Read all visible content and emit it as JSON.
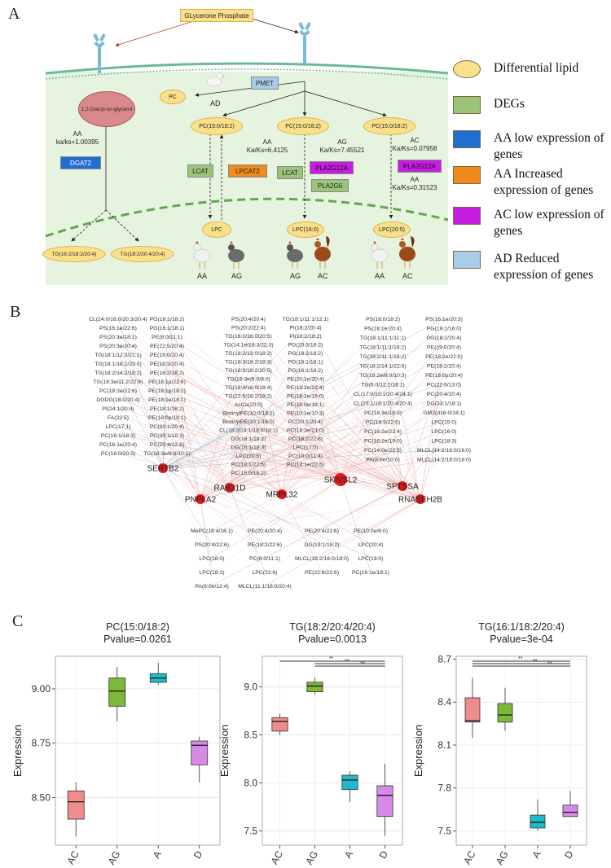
{
  "panels": {
    "a": "A",
    "b": "B",
    "c": "C"
  },
  "pathway": {
    "top_metabolite": "GLycerone Phosphate",
    "dag": "1,2-Diacyl-sn-glycerol",
    "pc": "PC",
    "pmet": "PMET",
    "ad_label": "AD",
    "pc1": "PC(15:0/18:2)",
    "pc2": "PC(15:0/18:2)",
    "pc3": "PC(15:0/18:2)",
    "aa1_text": "AA\nka/ks=1.00395",
    "aa2_text": "AA\nKa/Ks=6.4125",
    "ag_text": "AG\nKa/Ks=7.45521",
    "ac_text": "AC\nKa/Ks=0.07958",
    "ac2_text": "AA\nKa/Ks=0.31523",
    "dgat2": "DGAT2",
    "lcat1": "LCAT",
    "lpcat2": "LPCAT2",
    "lcat2": "LCAT",
    "pla2g12a_1": "PLA2G12A",
    "pla2g6": "PLA2G6",
    "pla2g12a_2": "PLA2G12A",
    "tg1": "TG(16:2/18:2/20:4)",
    "tg2": "TG(18:2/20:4/20:4)",
    "lpc1": "LPC",
    "lpc2": "LPC(16:0)",
    "lpc3": "LPC(20:5)",
    "chick_labels": [
      "AA",
      "AG",
      "AG",
      "AC",
      "AA",
      "AC"
    ],
    "colors": {
      "differential": "#fbe08a",
      "degs": "#9bc47a",
      "aa_low": "#1f6fd1",
      "aa_inc": "#f08a1c",
      "ac_low": "#c61ee0",
      "ad_red": "#a9cce8"
    }
  },
  "legend": [
    {
      "text": "Differential lipid",
      "shape": "ellipse",
      "color": "#fbe08a"
    },
    {
      "text": "DEGs",
      "shape": "rect",
      "color": "#9bc47a"
    },
    {
      "text": "AA low expression of genes",
      "shape": "rect",
      "color": "#1f6fd1"
    },
    {
      "text": "AA Increased expression of genes",
      "shape": "rect",
      "color": "#f08a1c"
    },
    {
      "text": "AC low expression of genes",
      "shape": "rect",
      "color": "#c61ee0"
    },
    {
      "text": "AD Reduced expression of genes",
      "shape": "rect",
      "color": "#a9cce8"
    }
  ],
  "network": {
    "genes": [
      "SERTB2",
      "PNPLA2",
      "RAB31D",
      "MRPL32",
      "SKIVSL2",
      "SPTSSA",
      "RNASEH2B"
    ],
    "lipids_left": [
      "CL(24:0/16:0/20:3/20:4)",
      "PG(18:1/18:2)",
      "PS(16:1e/22:6)",
      "PG(16:1/18:1)",
      "PS(20:3e/18:1)",
      "PE(8:0/11:1)",
      "PS(20:3e/20:4)",
      "PE(22:5/20:4)",
      "TG(18:1/12:3/21:1)",
      "PE(19:0/20:4)",
      "TG(18:1/18:2/23:0)",
      "PE(18:3/20:4)",
      "TG(18:2/14:3/18:2)",
      "PE(18:2/18:2)",
      "TG(18:3e/11:2/22:6)",
      "PE(18:1p/22:6)",
      "PC(18:2e/22:6)",
      "PE(18:1p/18:1)",
      "DGDG(18:0/20:4)",
      "PE(18:1e/18:1)",
      "PI(24:1/20:4)",
      "PE(18:1/18:2)",
      "FA(22:5)",
      "PE(18:0p/18:1)",
      "LPC(17:1)",
      "PC(30:1/20:4)",
      "PC(16:1/18:3)",
      "PC(30:1/18:1)",
      "PC(16:1e/20:4)",
      "PC(20:4/22:6)",
      "PC(18:0/20:3)",
      "TG(18:3e/8:0/10:1)"
    ],
    "lipids_center": [
      "PS(20:4/20:4)",
      "TG(18:1/11:1/12:1)",
      "PS(20:2/22:4)",
      "PI(18:2/20:4)",
      "TG(16:0/16:0/20:5)",
      "PI(18:2/18:2)",
      "TG(14:1e/18:3/22:3)",
      "PG(20:3/18:2)",
      "TG(18:2/13:0/18:2)",
      "PG(18:2/18:2)",
      "TG(18:3/18:2/18:3)",
      "PG(18:1/18:1)",
      "TG(18:3/18:2/20:5)",
      "PG(16:1/18:2)",
      "TG(18:3e/6:0/8:0)",
      "PE(20:1e/20:4)",
      "TG(18:4/16:0/18:4)",
      "PE(18:2e/22:4)",
      "TG(22:5/18:2/18:2)",
      "PE(18:1e/16:0)",
      "AcCa(20:0)",
      "PE(18:0e/18:1)",
      "BiotinylPE(10:0/18:1)",
      "PE(10:1e/10:3)",
      "BiotinylPE(10:1/16:0)",
      "PC(20:1/20:4)",
      "CL(18:2/24:1/18:0/18:1)",
      "PC(18:3e/21:0)",
      "DG(16:1/18:2)",
      "PC(18:2/22:6)",
      "DG(16:1/18:3)",
      "LPC(17:0)",
      "LPC(20:5)",
      "PC(10:0/11:4)",
      "PC(18:1/22:5)",
      "PC(14:1e/22:5)",
      "PC(15:0/18:2)"
    ],
    "lipids_right": [
      "PS(18:0/18:2)",
      "PS(16:1e/20:3)",
      "PS(18:1e/20:4)",
      "PG(19:1/16:0)",
      "TG(18:1/11:1/11:1)",
      "PG(18:2/20:4)",
      "TG(18:1/11:1/18:2)",
      "PE(19:0/20:4)",
      "TG(18:2/11:1/18:2)",
      "PE(18:2e/22:5)",
      "TG(18:2/14:1/22:6)",
      "PE(18:2/20:4)",
      "TG(18:2e/8:0/10:3)",
      "PE(18:0p/20:4)",
      "TG(6:0/12:2/18:1)",
      "PC(22:6/13:0)",
      "CL(17:0/15:1/20:4/24:1)",
      "PC(20:4/20:4)",
      "CL(23:1/18:1/20:4/20:4)",
      "DG(33:1/18:1)",
      "PC(18:3e/18:0)",
      "GM2(d16:0/18:1)",
      "PC(18:3/22:5)",
      "LPC(15:0)",
      "PC(16:2e/22:4)",
      "LPC(16:0)",
      "PC(16:2e/19:0)",
      "LPC(18:3)",
      "PC(14:0e/22:5)",
      "MLCL(14:2/16:0/16:0)",
      "PA(8:0e/10:0)",
      "MLCL(14:2/18:0/18:0)"
    ],
    "lipids_bottom": [
      "MePC(18:4/16:1)",
      "PE(20:4/20:4)",
      "PE(20:4/22:6)",
      "PE(10:0e/6:0)",
      "PS(20:4/22:6)",
      "PE(18:2/22:6)",
      "DG(19:1/18:2)",
      "LPC(20:4)",
      "LPC(18:0)",
      "PC(8:0/11:1)",
      "MLCL(18:2/16:0/18:0)",
      "LPC(19:0)",
      "LPC(18:2)",
      "LPC(22:6)",
      "PE(22:6/22:6)",
      "PC(16:1e/18:1)",
      "PA(8:0e/12:4)",
      "MLCL(11:1/18:0/20:4)"
    ]
  },
  "chart_data": [
    {
      "type": "box",
      "title": "PC(15:0/18:2)",
      "subtitle": "Pvalue=0.0261",
      "ylabel": "Expression",
      "categories": [
        "AC",
        "AG",
        "A",
        "D"
      ],
      "colors": [
        "#f08c8c",
        "#7cb83a",
        "#1ebcc8",
        "#d68ae6"
      ],
      "yticks": [
        8.5,
        8.75,
        9.0
      ],
      "ylim": [
        8.28,
        9.15
      ],
      "boxes": [
        {
          "min": 8.32,
          "q1": 8.4,
          "median": 8.48,
          "q3": 8.53,
          "max": 8.57
        },
        {
          "min": 8.85,
          "q1": 8.92,
          "median": 8.99,
          "q3": 9.05,
          "max": 9.1
        },
        {
          "min": 9.02,
          "q1": 9.03,
          "median": 9.05,
          "q3": 9.07,
          "max": 9.12
        },
        {
          "min": 8.57,
          "q1": 8.65,
          "median": 8.74,
          "q3": 8.76,
          "max": 8.78
        }
      ],
      "sig": []
    },
    {
      "type": "box",
      "title": "TG(18:2/20:4/20:4)",
      "subtitle": "Pvalue=0.0013",
      "ylabel": "Expression",
      "categories": [
        "AC",
        "AG",
        "A",
        "D"
      ],
      "colors": [
        "#f08c8c",
        "#7cb83a",
        "#1ebcc8",
        "#d68ae6"
      ],
      "yticks": [
        7.5,
        8.0,
        8.5,
        9.0
      ],
      "ylim": [
        7.35,
        9.32
      ],
      "boxes": [
        {
          "min": 8.5,
          "q1": 8.54,
          "median": 8.64,
          "q3": 8.68,
          "max": 8.72
        },
        {
          "min": 8.92,
          "q1": 8.95,
          "median": 9.01,
          "q3": 9.05,
          "max": 9.1
        },
        {
          "min": 7.8,
          "q1": 7.93,
          "median": 8.03,
          "q3": 8.08,
          "max": 8.12
        },
        {
          "min": 7.45,
          "q1": 7.65,
          "median": 7.87,
          "q3": 7.97,
          "max": 8.2
        }
      ],
      "sig": [
        "**",
        "**",
        "**"
      ]
    },
    {
      "type": "box",
      "title": "TG(16:1/18:2/20:4)",
      "subtitle": "Pvalue=3e-04",
      "ylabel": "Expression",
      "categories": [
        "AC",
        "AG",
        "A",
        "D"
      ],
      "colors": [
        "#f08c8c",
        "#7cb83a",
        "#1ebcc8",
        "#d68ae6"
      ],
      "yticks": [
        7.5,
        7.8,
        8.1,
        8.4,
        8.7
      ],
      "ylim": [
        7.4,
        8.72
      ],
      "boxes": [
        {
          "min": 8.15,
          "q1": 8.26,
          "median": 8.27,
          "q3": 8.43,
          "max": 8.57
        },
        {
          "min": 8.2,
          "q1": 8.26,
          "median": 8.31,
          "q3": 8.39,
          "max": 8.5
        },
        {
          "min": 7.5,
          "q1": 7.52,
          "median": 7.56,
          "q3": 7.61,
          "max": 7.72
        },
        {
          "min": 7.6,
          "q1": 7.6,
          "median": 7.63,
          "q3": 7.68,
          "max": 7.78
        }
      ],
      "sig": [
        "**",
        "**",
        "**"
      ]
    }
  ]
}
